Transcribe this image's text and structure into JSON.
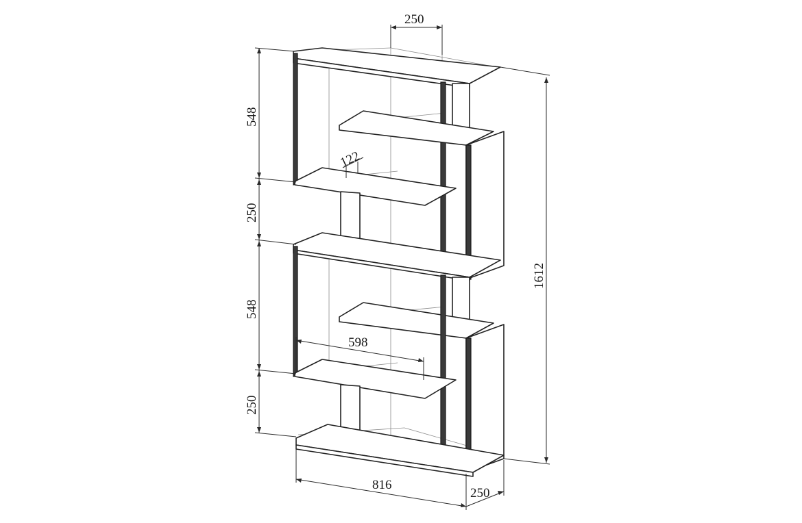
{
  "dimensions": {
    "top_depth": "250",
    "upper_section_height": "548",
    "upper_gap_height": "250",
    "lower_section_height": "548",
    "lower_gap_height": "250",
    "total_height": "1612",
    "shelf_offset": "122",
    "shelf_width": "598",
    "total_width": "816",
    "base_depth": "250"
  },
  "colors": {
    "line": "#222222",
    "hidden_line": "#8a8a8a",
    "background": "#ffffff"
  }
}
